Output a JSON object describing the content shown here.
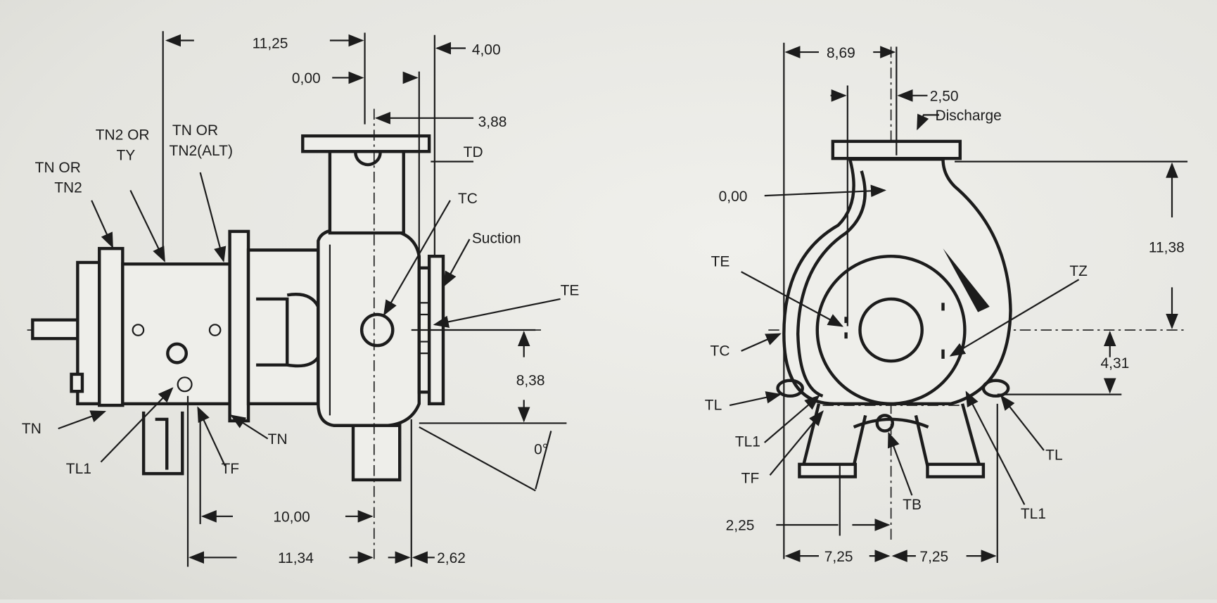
{
  "side_view": {
    "dims": {
      "d1125": "11,25",
      "d400": "4,00",
      "d000": "0,00",
      "d388": "3,88",
      "d838": "8,38",
      "d0deg": "0°",
      "d1000": "10,00",
      "d1134": "11,34",
      "d262": "2,62"
    },
    "labels": {
      "tn2_or_1": "TN2 OR",
      "ty": "TY",
      "tn_or_1": "TN OR",
      "tn2_alt": "TN2(ALT)",
      "tn_or_2": "TN OR",
      "tn2": "TN2",
      "td": "TD",
      "tc": "TC",
      "suction": "Suction",
      "te": "TE",
      "tn_left": "TN",
      "tl1": "TL1",
      "tn_bottom": "TN",
      "tf": "TF"
    }
  },
  "front_view": {
    "dims": {
      "d869": "8,69",
      "d250": "2,50",
      "d000": "0,00",
      "d1138": "11,38",
      "d431": "4,31",
      "d225": "2,25",
      "d725a": "7,25",
      "d725b": "7,25"
    },
    "labels": {
      "discharge": "Discharge",
      "te": "TE",
      "tz": "TZ",
      "tc": "TC",
      "tl_left": "TL",
      "tl1_left": "TL1",
      "tf": "TF",
      "tb": "TB",
      "tl_right": "TL",
      "tl1_right": "TL1"
    }
  }
}
